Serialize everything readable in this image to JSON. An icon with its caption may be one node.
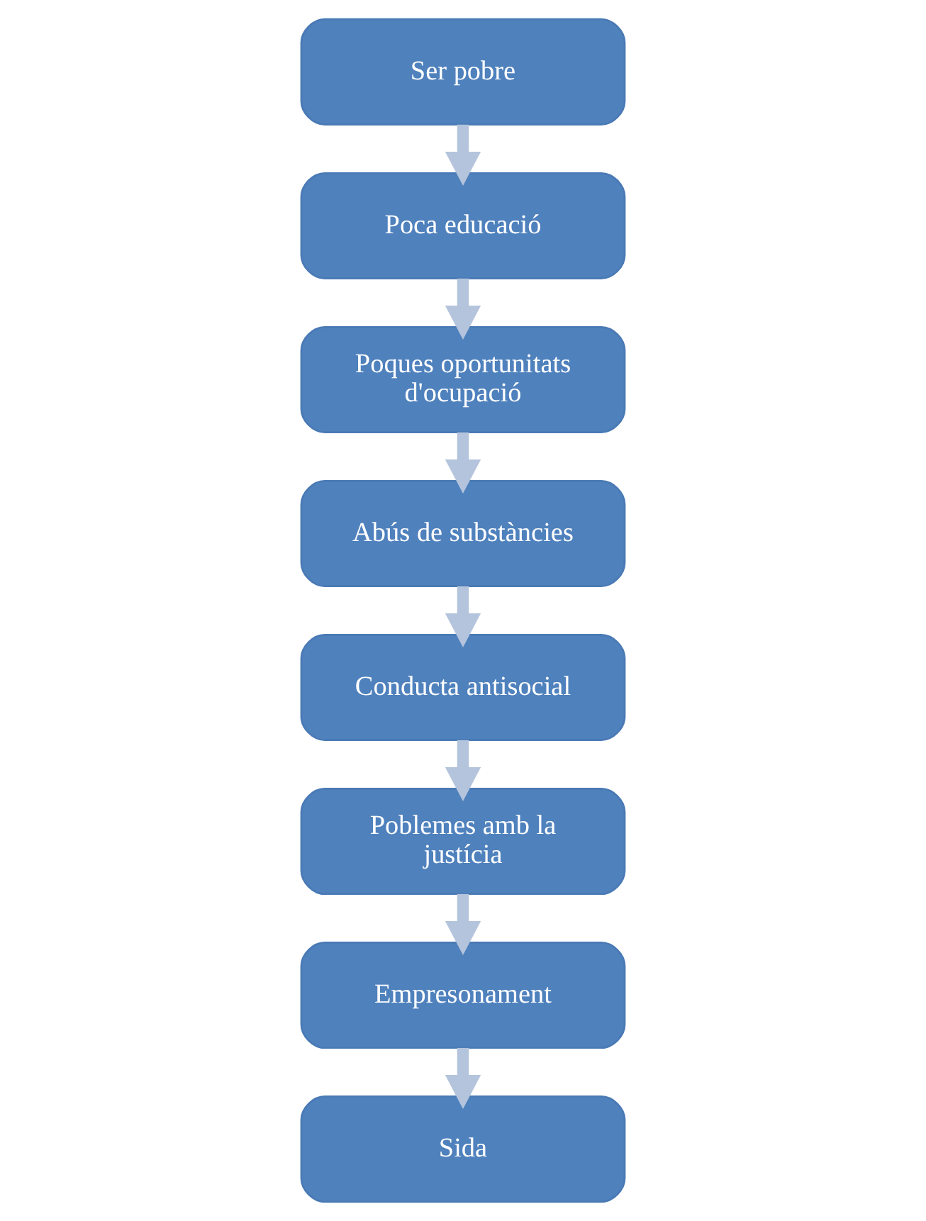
{
  "diagram": {
    "nodes": [
      {
        "text": [
          "Ser pobre"
        ]
      },
      {
        "text": [
          "Poca educació"
        ]
      },
      {
        "text": [
          "Poques oportunitats d'ocupació"
        ]
      },
      {
        "text": [
          "Abús de substàncies"
        ]
      },
      {
        "text": [
          "Conducta antisocial"
        ]
      },
      {
        "text": [
          "Poblemes amb la justícia"
        ]
      },
      {
        "text": [
          "Empresonament"
        ]
      },
      {
        "text": [
          "Sida"
        ]
      }
    ],
    "edges": [
      {
        "from": 0,
        "to": 1,
        "arrow": "to"
      },
      {
        "from": 1,
        "to": 2,
        "arrow": "to"
      },
      {
        "from": 2,
        "to": 3,
        "arrow": "to"
      },
      {
        "from": 3,
        "to": 4,
        "arrow": "to"
      },
      {
        "from": 4,
        "to": 5,
        "arrow": "to"
      },
      {
        "from": 5,
        "to": 6,
        "arrow": "to"
      },
      {
        "from": 6,
        "to": 7,
        "arrow": "to"
      }
    ]
  }
}
